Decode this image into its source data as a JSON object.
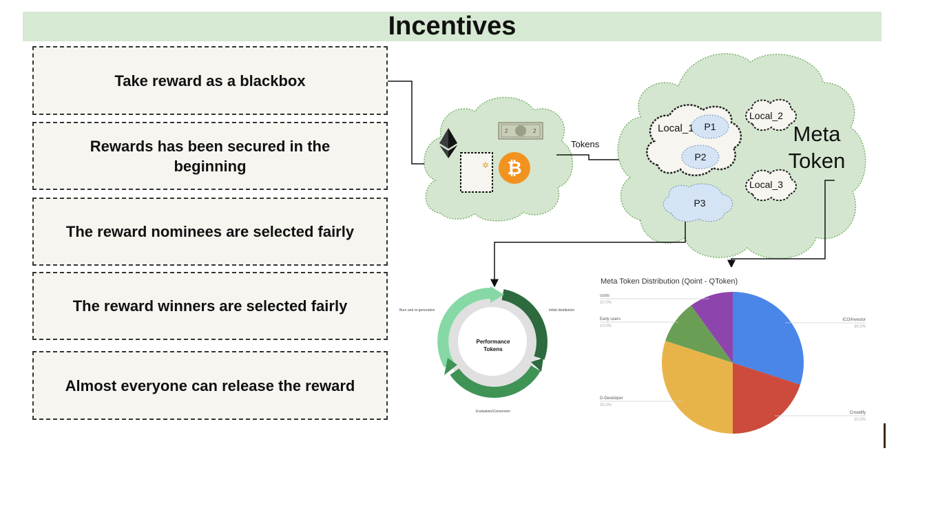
{
  "title": "Incentives",
  "boxes": [
    "Take reward as a blackbox",
    "Rewards has been secured in the beginning",
    "The reward nominees are selected fairly",
    "The reward winners are selected fairly",
    "Almost everyone can release the reward"
  ],
  "diagram": {
    "tokens_label": "Tokens",
    "meta_token_label": "Meta\nToken",
    "meta_line1": "Meta",
    "meta_line2": "Token",
    "local_1": "Local_1",
    "local_2": "Local_2",
    "local_3": "Local_3",
    "p1": "P1",
    "p2": "P2",
    "p3": "P3",
    "icons": [
      "ethereum-icon",
      "dollar-bill-icon",
      "bitcoin-icon",
      "wallet-icon"
    ]
  },
  "cycle": {
    "center_line1": "Performance",
    "center_line2": "Tokens",
    "label_top_left": "Burn and re-generation",
    "label_top_right": "Initial distribution",
    "label_bottom": "Evaluation/Conversion"
  },
  "chart_data": {
    "type": "pie",
    "title": "Meta Token Distribution (Qoint - QToken)",
    "slices": [
      {
        "label": "ICO/Investor",
        "value": 30.0,
        "value_text": "30.0%",
        "color": "#4a86e8"
      },
      {
        "label": "Crowdify",
        "value": 20.0,
        "value_text": "20.0%",
        "color": "#cc4b3c"
      },
      {
        "label": "D-Developer",
        "value": 30.0,
        "value_text": "30.0%",
        "color": "#e8b44a"
      },
      {
        "label": "Early users",
        "value": 10.0,
        "value_text": "10.0%",
        "color": "#6a9e55"
      },
      {
        "label": "costs",
        "value": 10.0,
        "value_text": "10.0%",
        "color": "#8e44ad"
      }
    ]
  }
}
